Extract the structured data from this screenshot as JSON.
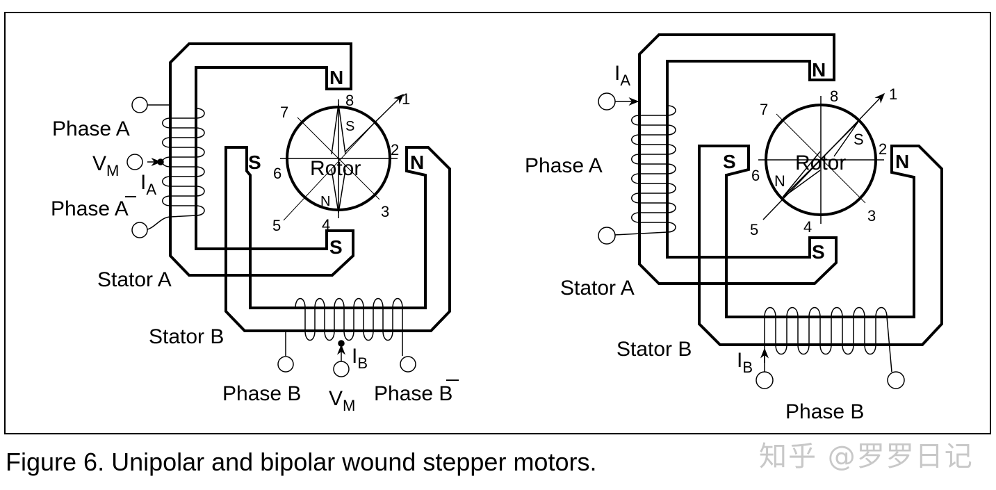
{
  "figure": {
    "caption": "Figure 6. Unipolar and bipolar wound stepper motors.",
    "watermark": "知乎 @罗罗日记"
  },
  "unipolar": {
    "title": "unipolar",
    "stator_a_label": "Stator A",
    "stator_b_label": "Stator B",
    "rotor_label": "Rotor",
    "poles": {
      "top": "N",
      "left": "S",
      "right": "N",
      "bottom": "S"
    },
    "rotor_poles": {
      "top": "S",
      "bottom": "N"
    },
    "positions": [
      "1",
      "2",
      "3",
      "4",
      "5",
      "6",
      "7",
      "8"
    ],
    "phase_a": "Phase A",
    "phase_a_bar": "Phase A",
    "vm": "V",
    "vm_sub": "M",
    "ia": "I",
    "ia_sub": "A",
    "phase_b": "Phase B",
    "phase_b_bar": "Phase B",
    "vm_b": "V",
    "vm_b_sub": "M",
    "ib": "I",
    "ib_sub": "B"
  },
  "bipolar": {
    "title": "bipolar",
    "stator_a_label": "Stator A",
    "stator_b_label": "Stator B",
    "rotor_label": "Rotor",
    "poles": {
      "top": "N",
      "left": "S",
      "right": "N",
      "bottom": "S"
    },
    "rotor_poles": {
      "upper_right": "S",
      "lower_left": "N"
    },
    "positions": [
      "1",
      "2",
      "3",
      "4",
      "5",
      "6",
      "7",
      "8"
    ],
    "phase_a": "Phase A",
    "ia": "I",
    "ia_sub": "A",
    "phase_b": "Phase B",
    "ib": "I",
    "ib_sub": "B"
  }
}
